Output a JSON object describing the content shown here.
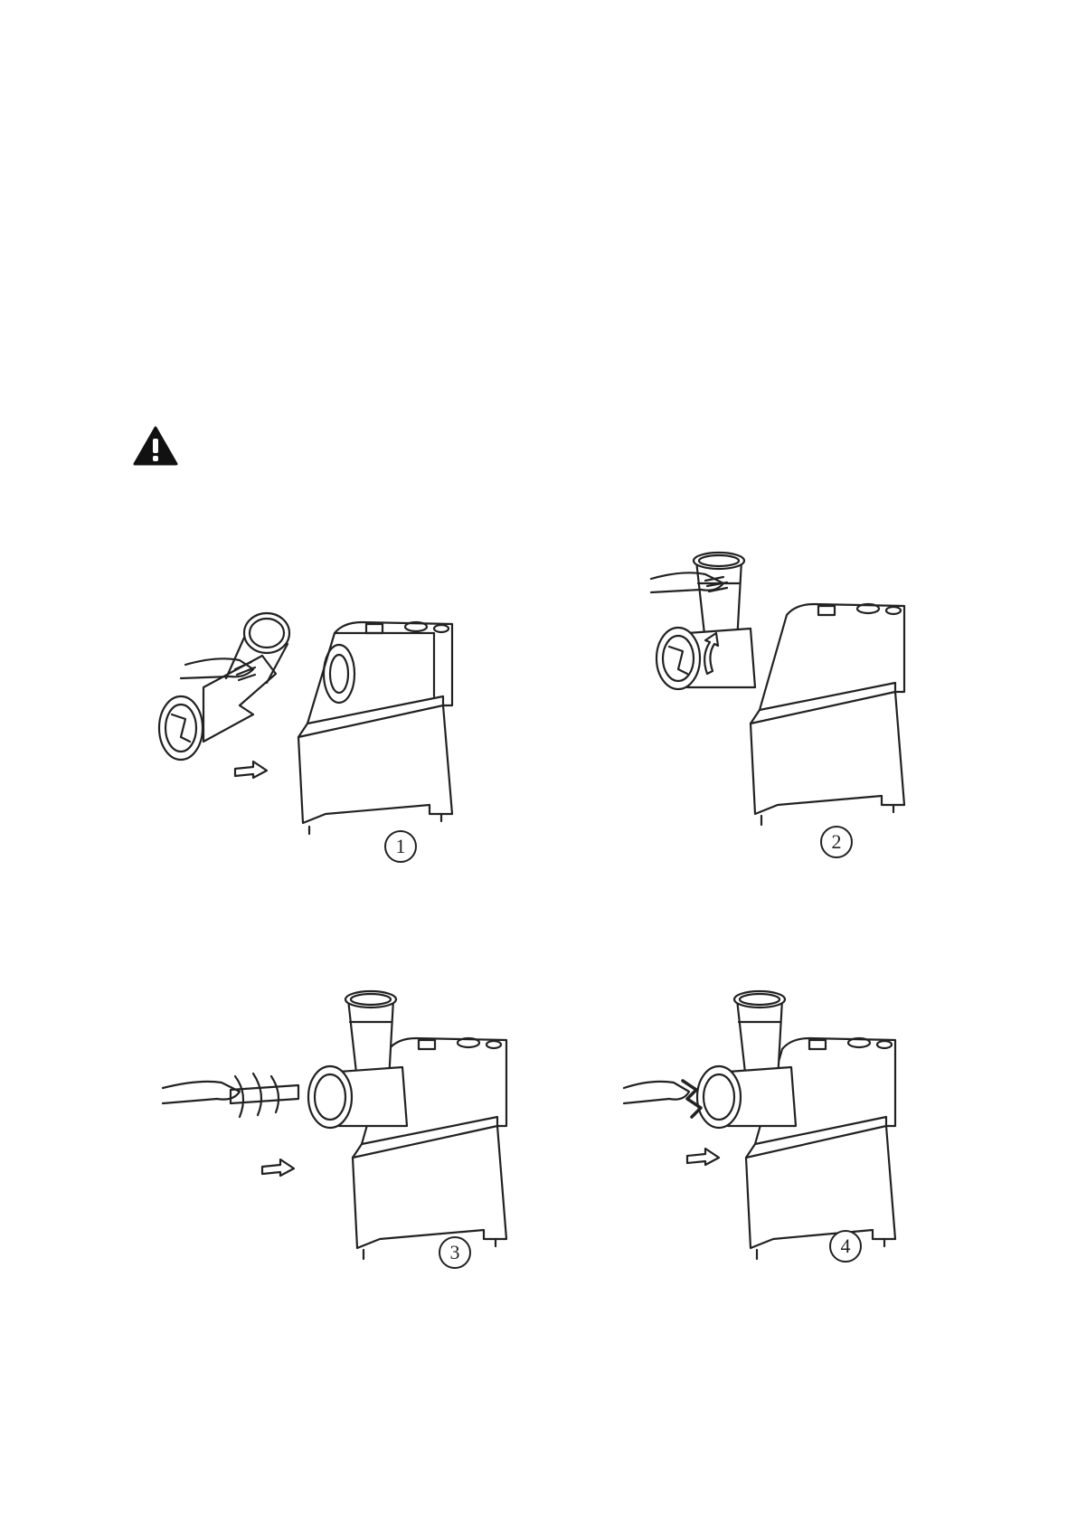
{
  "warning": {
    "icon": "warning-triangle-icon"
  },
  "steps": [
    {
      "number": "1"
    },
    {
      "number": "2"
    },
    {
      "number": "3"
    },
    {
      "number": "4"
    }
  ]
}
